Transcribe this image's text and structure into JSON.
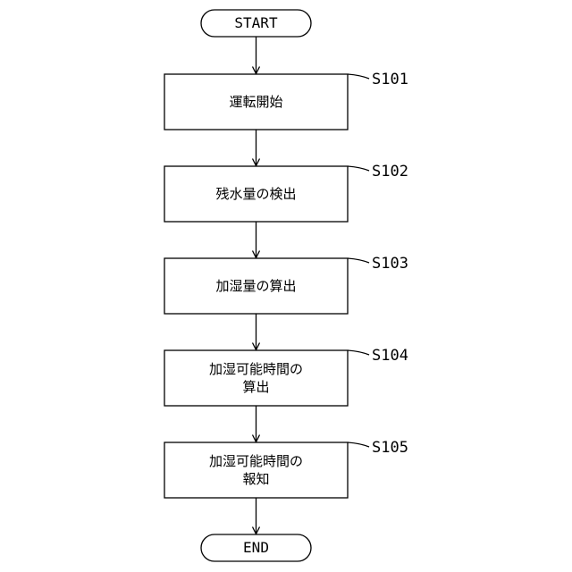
{
  "start_label": "START",
  "end_label": "END",
  "steps": [
    {
      "id": "S101",
      "lines": [
        "運転開始"
      ]
    },
    {
      "id": "S102",
      "lines": [
        "残水量の検出"
      ]
    },
    {
      "id": "S103",
      "lines": [
        "加湿量の算出"
      ]
    },
    {
      "id": "S104",
      "lines": [
        "加湿可能時間の",
        "算出"
      ]
    },
    {
      "id": "S105",
      "lines": [
        "加湿可能時間の",
        "報知"
      ]
    }
  ]
}
